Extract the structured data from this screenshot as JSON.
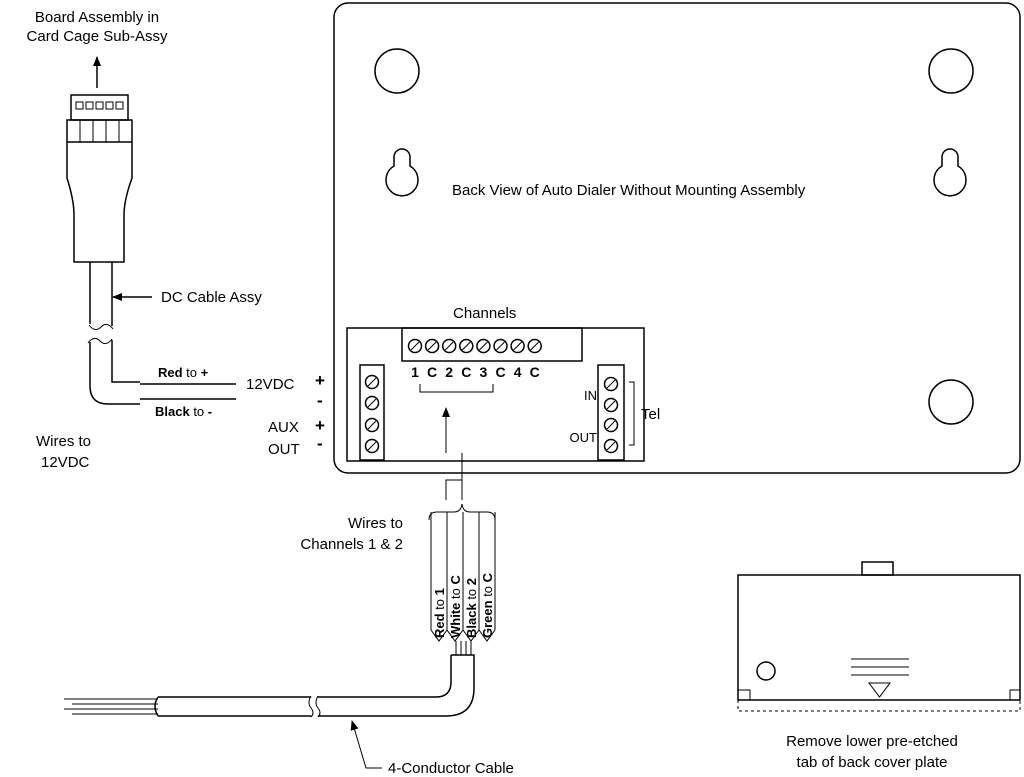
{
  "labels": {
    "board_line1": "Board Assembly in",
    "board_line2": "Card Cage Sub-Assy",
    "dc_cable": "DC Cable Assy",
    "back_view": "Back View of Auto Dialer Without Mounting Assembly",
    "channels": "Channels",
    "tel": "Tel",
    "tel_in": "IN",
    "tel_out": "OUT",
    "v12": "12VDC",
    "aux": "AUX",
    "out": "OUT",
    "plus": "+",
    "minus": "-",
    "wires12_line1": "Wires to",
    "wires12_line2": "12VDC",
    "wires_ch_line1": "Wires to",
    "wires_ch_line2": "Channels 1 & 2",
    "four_conductor": "4-Conductor Cable",
    "remove_line1": "Remove lower pre-etched",
    "remove_line2": "tab of back cover plate"
  },
  "dc_wires": {
    "red_color": "Red",
    "red_to": " to ",
    "red_sign": "+",
    "black_color": "Black",
    "black_to": " to ",
    "black_sign": "-"
  },
  "channel_terminals": [
    "1",
    "C",
    "2",
    "C",
    "3",
    "C",
    "4",
    "C"
  ],
  "conductors": [
    {
      "color": "Red",
      "to": " to ",
      "dest": "1"
    },
    {
      "color": "White",
      "to": " to ",
      "dest": "C"
    },
    {
      "color": "Black",
      "to": " to ",
      "dest": "2"
    },
    {
      "color": "Green",
      "to": " to ",
      "dest": "C"
    }
  ]
}
